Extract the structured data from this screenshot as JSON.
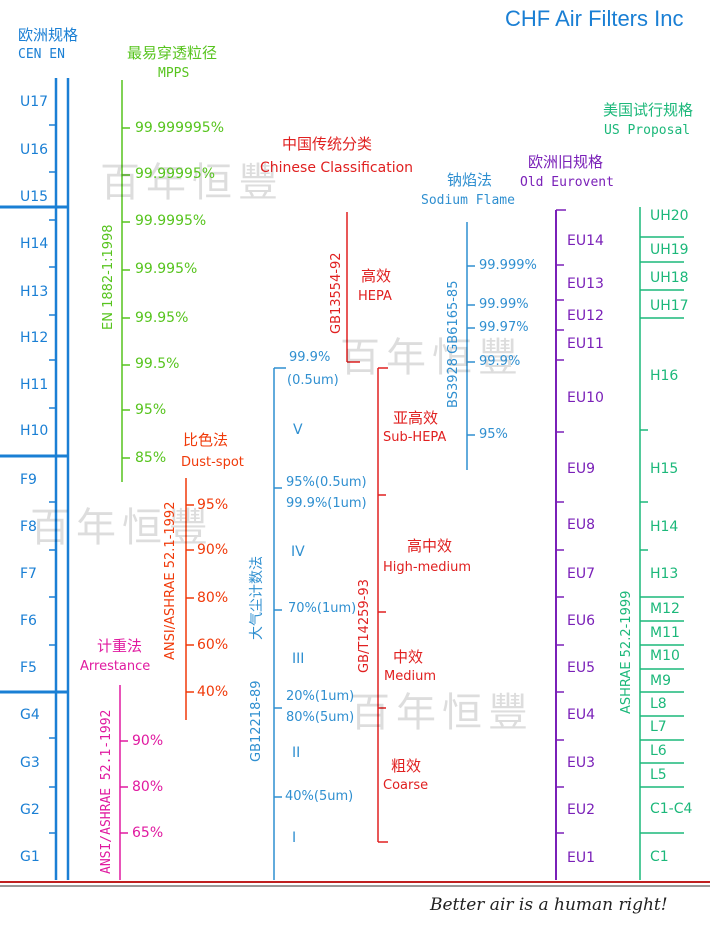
{
  "brand": "CHF Air Filters Inc",
  "slogan": "Better air is a human right!",
  "watermark": "百年恒豐",
  "cen": {
    "title_cn": "欧洲规格",
    "title_en": "CEN EN",
    "classes": [
      "U17",
      "U16",
      "U15",
      "H14",
      "H13",
      "H12",
      "H11",
      "H10",
      "F9",
      "F8",
      "F7",
      "F6",
      "F5",
      "G4",
      "G3",
      "G2",
      "G1"
    ]
  },
  "mpps": {
    "title_cn": "最易穿透粒径",
    "title_en": "MPPS",
    "standard": "EN 1882-1:1998",
    "values": [
      "99.999995%",
      "99.99995%",
      "99.9995%",
      "99.995%",
      "99.95%",
      "99.5%",
      "95%",
      "85%"
    ]
  },
  "chinese": {
    "title_cn": "中国传统分类",
    "title_en": "Chinese Classification",
    "std_hepa": "GB13554-92",
    "std_coarse": "GB/T14259-93",
    "grades": [
      {
        "cn": "高效",
        "en": "HEPA"
      },
      {
        "cn": "亚高效",
        "en": "Sub-HEPA"
      },
      {
        "cn": "高中效",
        "en": "High-medium"
      },
      {
        "cn": "中效",
        "en": "Medium"
      },
      {
        "cn": "粗效",
        "en": "Coarse"
      }
    ]
  },
  "sodium": {
    "title_cn": "钠焰法",
    "title_en": "Sodium Flame",
    "standard": "BS3928 GB6165-85",
    "values": [
      "99.999%",
      "99.99%",
      "99.97%",
      "99.9%",
      "95%"
    ]
  },
  "dustspot": {
    "title_cn": "比色法",
    "title_en": "Dust-spot",
    "standard": "ANSI/ASHRAE 52.1-1992",
    "values": [
      "95%",
      "90%",
      "80%",
      "60%",
      "40%"
    ]
  },
  "arrestance": {
    "title_cn": "计重法",
    "title_en": "Arrestance",
    "standard": "ANSI/ASHRAE 52.1-1992",
    "values": [
      "90%",
      "80%",
      "65%"
    ]
  },
  "atmos": {
    "title": "大气尘计数法",
    "standard": "GB12218-89",
    "values": [
      "99.9%",
      "(0.5um)",
      "95%(0.5um)",
      "99.9%(1um)",
      "70%(1um)",
      "20%(1um)",
      "80%(5um)",
      "40%(5um)"
    ],
    "grades": [
      "V",
      "IV",
      "III",
      "II",
      "I"
    ]
  },
  "eurovent": {
    "title_cn": "欧洲旧规格",
    "title_en": "Old Eurovent",
    "classes": [
      "EU14",
      "EU13",
      "EU12",
      "EU11",
      "EU10",
      "EU9",
      "EU8",
      "EU7",
      "EU6",
      "EU5",
      "EU4",
      "EU3",
      "EU2",
      "EU1"
    ]
  },
  "us": {
    "title_cn": "美国试行规格",
    "title_en": "US Proposal",
    "standard": "ASHRAE 52.2-1999",
    "classes": [
      "UH20",
      "UH19",
      "UH18",
      "UH17",
      "H16",
      "H15",
      "H14",
      "H13",
      "M12",
      "M11",
      "M10",
      "M9",
      "L8",
      "L7",
      "L6",
      "L5",
      "C1-C4",
      "C1"
    ]
  },
  "colors": {
    "cen": "#1a7fd4",
    "mpps": "#57c41e",
    "chinese": "#e02020",
    "dustspot": "#f03a0a",
    "arrestance": "#e01aa0",
    "sodium": "#2f8fd0",
    "eurovent": "#7a20b8",
    "us": "#1cb87a"
  }
}
